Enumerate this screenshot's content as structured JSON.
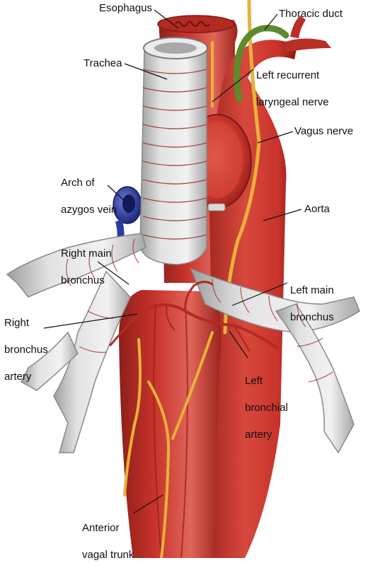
{
  "labels": {
    "esophagus": "Esophagus",
    "thoracic_duct": "Thoracic duct",
    "trachea": "Trachea",
    "left_recurrent_laryngeal_nerve": [
      "Left recurrent",
      "laryngeal nerve"
    ],
    "vagus_nerve": "Vagus nerve",
    "arch_of_azygos_vein": [
      "Arch of",
      "azygos vein"
    ],
    "aorta": "Aorta",
    "right_main_bronchus": [
      "Right main",
      "bronchus"
    ],
    "left_main_bronchus": [
      "Left main",
      "bronchus"
    ],
    "right_bronchus_artery": [
      "Right",
      "bronchus",
      "artery"
    ],
    "left_bronchial_artery": [
      "Left",
      "bronchial",
      "artery"
    ],
    "anterior_vagal_trunk": [
      "Anterior",
      "vagal trunk"
    ]
  },
  "colors": {
    "muscle": "#c8332b",
    "muscle_dark": "#8e1f19",
    "muscle_light": "#e0655a",
    "cartilage": "#d9d9d9",
    "cartilage_shadow": "#9e9e9e",
    "nerve": "#e8b13a",
    "vein": "#2b3aa0",
    "duct": "#5d8a2a",
    "leader": "#111111"
  }
}
